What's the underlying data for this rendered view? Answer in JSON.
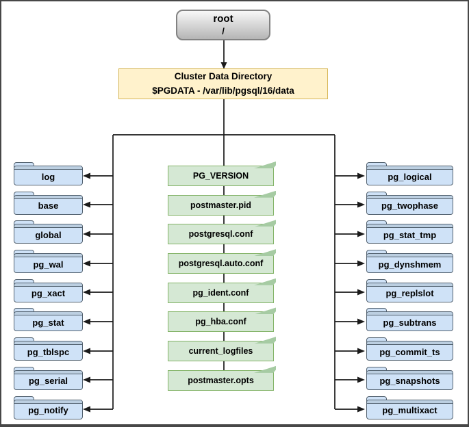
{
  "diagram": {
    "root": {
      "title": "root",
      "subtitle": "/"
    },
    "data_dir": {
      "title": "Cluster Data Directory",
      "subtitle": "$PGDATA - /var/lib/pgsql/16/data"
    },
    "left_folders": [
      "log",
      "base",
      "global",
      "pg_wal",
      "pg_xact",
      "pg_stat",
      "pg_tblspc",
      "pg_serial",
      "pg_notify"
    ],
    "center_files": [
      "PG_VERSION",
      "postmaster.pid",
      "postgresql.conf",
      "postgresql.auto.conf",
      "pg_ident.conf",
      "pg_hba.conf",
      "current_logfiles",
      "postmaster.opts"
    ],
    "right_folders": [
      "pg_logical",
      "pg_twophase",
      "pg_stat_tmp",
      "pg_dynshmem",
      "pg_replslot",
      "pg_subtrans",
      "pg_commit_ts",
      "pg_snapshots",
      "pg_multixact"
    ]
  },
  "palette": {
    "folder_fill": "#cfe2f7",
    "folder_strip": "#bccfe1",
    "folder_border": "#52616f",
    "file_fill": "#d5e8d4",
    "file_border": "#82b366",
    "file_fold": "#a6cba3",
    "datadir_fill": "#fff2cc",
    "datadir_border": "#d6b656",
    "root_fill_top": "#f8f8f8",
    "root_fill_bottom": "#b5b5b5",
    "root_border": "#828282",
    "line_color": "#1a1a1a"
  }
}
